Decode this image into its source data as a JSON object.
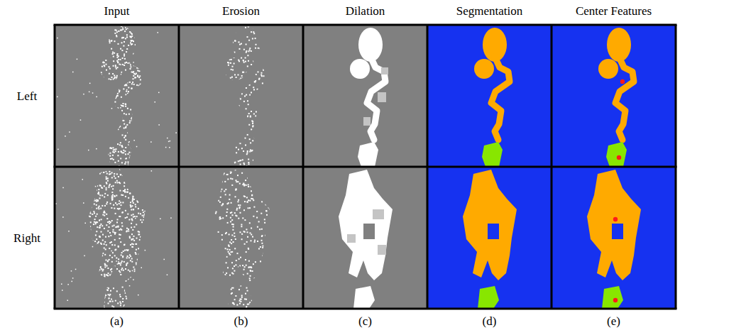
{
  "diagram": {
    "labels": [
      "Input",
      "Erosion",
      "Dilation",
      "Segmentation",
      "Center Features",
      "Left",
      "Right",
      "(a)",
      "(b)",
      "(c)",
      "(d)",
      "(e)"
    ]
  }
}
